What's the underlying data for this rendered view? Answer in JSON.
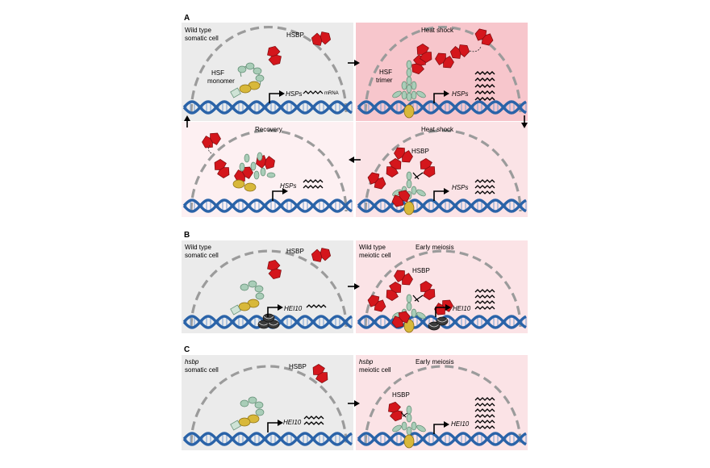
{
  "panel_letters": [
    "A",
    "B",
    "C"
  ],
  "panels": [
    {
      "title_line1": "Wild type",
      "title_line2": "somatic cell",
      "center_title": "",
      "hsbp_label": "HSBP",
      "hsf_label_line1": "HSF",
      "hsf_label_line2": "monomer",
      "gene_label": "HSPs",
      "mrna_label": "mRNA"
    },
    {
      "title_line1": "",
      "title_line2": "",
      "center_title": "Heat shock",
      "hsbp_label": "",
      "hsf_label_line1": "HSF",
      "hsf_label_line2": "trimer",
      "gene_label": "HSPs",
      "mrna_label": ""
    },
    {
      "title_line1": "",
      "title_line2": "",
      "center_title": "Recovery",
      "hsbp_label": "",
      "hsf_label_line1": "",
      "hsf_label_line2": "",
      "gene_label": "HSPs",
      "mrna_label": ""
    },
    {
      "title_line1": "",
      "title_line2": "",
      "center_title": "Heat shock",
      "hsbp_label": "HSBP",
      "hsf_label_line1": "",
      "hsf_label_line2": "",
      "gene_label": "HSPs",
      "mrna_label": ""
    },
    {
      "title_line1": "Wild type",
      "title_line2": "somatic cell",
      "center_title": "",
      "hsbp_label": "HSBP",
      "hsf_label_line1": "",
      "hsf_label_line2": "",
      "gene_label": "HEI10",
      "mrna_label": ""
    },
    {
      "title_line1": "Wild type",
      "title_line2": "meiotic cell",
      "center_title": "Early meiosis",
      "hsbp_label": "HSBP",
      "hsf_label_line1": "",
      "hsf_label_line2": "",
      "gene_label": "HEI10",
      "mrna_label": ""
    },
    {
      "title_line1": "hsbp",
      "title_line2": "somatic cell",
      "center_title": "",
      "hsbp_label": "HSBP",
      "hsf_label_line1": "",
      "hsf_label_line2": "",
      "gene_label": "HEI10",
      "mrna_label": ""
    },
    {
      "title_line1": "hsbp",
      "title_line2": "meiotic cell",
      "center_title": "Early meiosis",
      "hsbp_label": "HSBP",
      "hsf_label_line1": "",
      "hsf_label_line2": "",
      "gene_label": "HEI10",
      "mrna_label": ""
    }
  ],
  "colors": {
    "gray_panel": "#ebebeb",
    "heat_shock_bg": "#f7c6cc",
    "light_pink_bg": "#fbe3e6",
    "dna_blue": "#2a63a8",
    "hsbp_red": "#d4161c",
    "hsf_green": "#a9cdb8",
    "hsf_yellow": "#d8b83a",
    "nucleus_dash": "#9b9b9b"
  }
}
